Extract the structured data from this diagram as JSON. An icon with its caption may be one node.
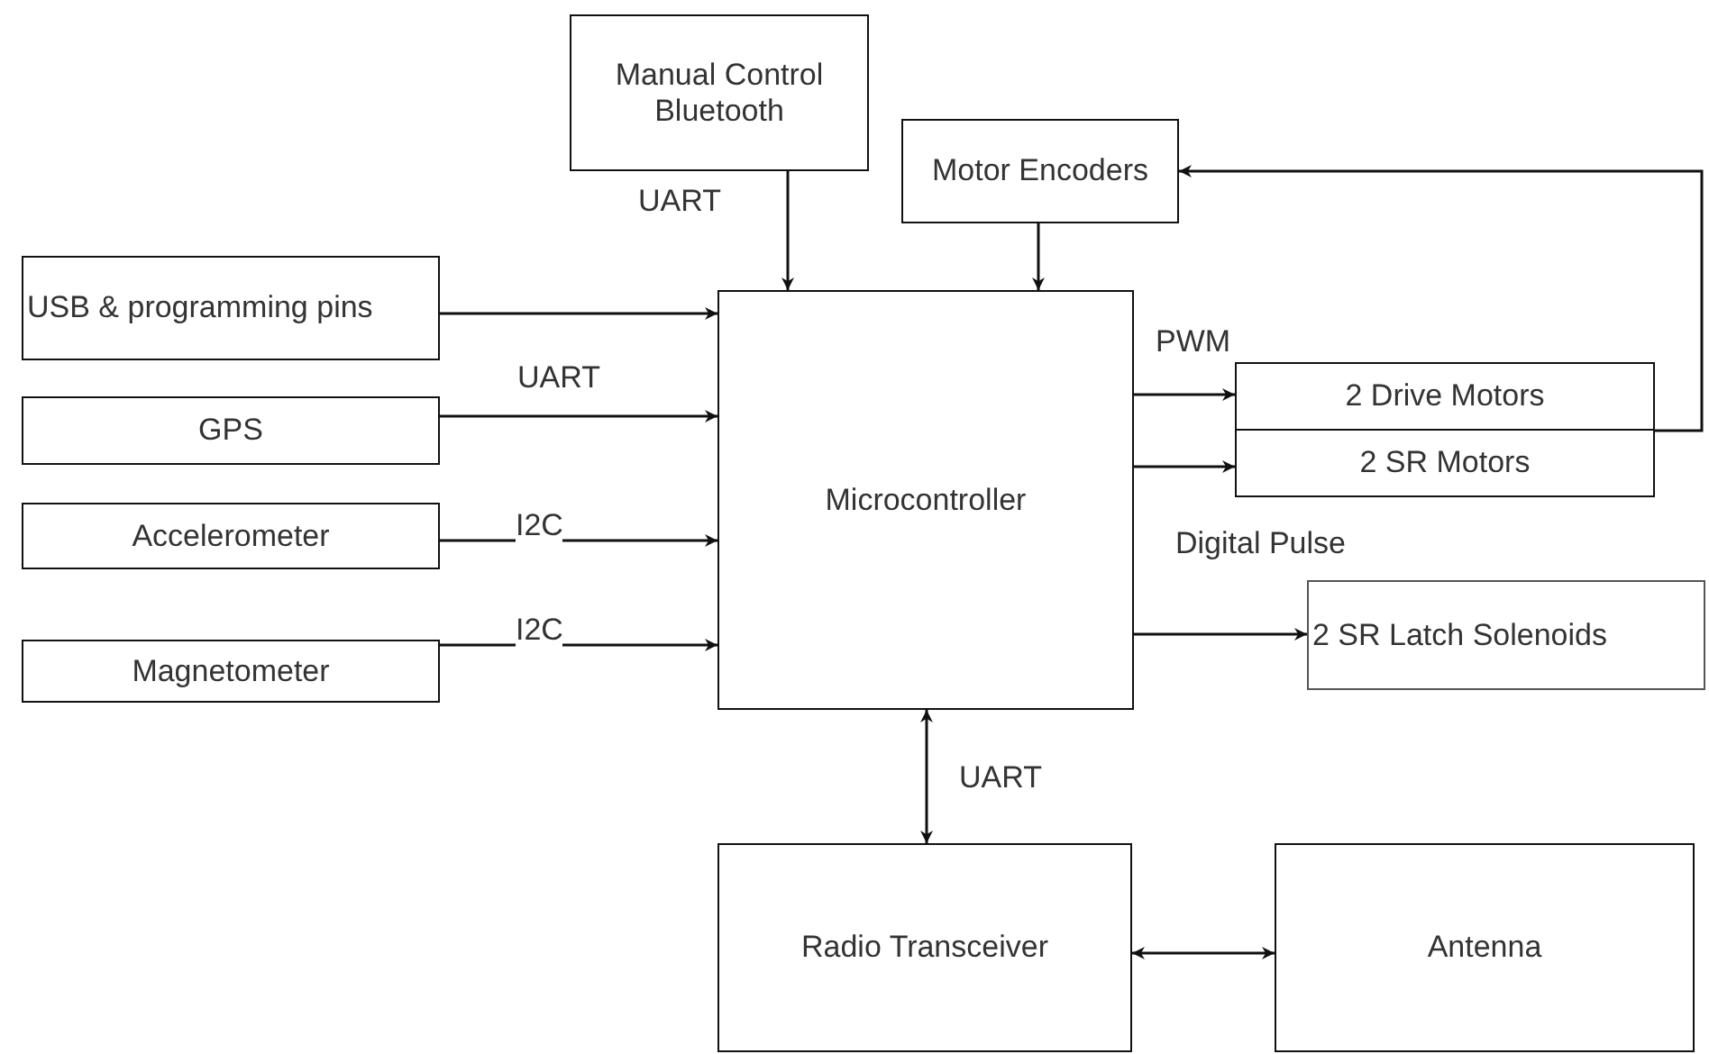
{
  "diagram": {
    "nodes": [
      {
        "text": [
          "Manual Control Bluetooth"
        ]
      },
      {
        "text": [
          "Motor Encoders"
        ]
      },
      {
        "text": [
          "USB & programming pins"
        ]
      },
      {
        "text": [
          "GPS"
        ]
      },
      {
        "text": [
          "Accelerometer"
        ]
      },
      {
        "text": [
          "Magnetometer"
        ]
      },
      {
        "text": [
          "Microcontroller"
        ]
      },
      {
        "text": [
          "2 Drive Motors"
        ]
      },
      {
        "text": [
          "2 SR Motors"
        ]
      },
      {
        "text": [
          "2 SR Latch Solenoids"
        ]
      },
      {
        "text": [
          "Radio Transceiver"
        ]
      },
      {
        "text": [
          "Antenna"
        ]
      }
    ],
    "edges": [
      {
        "from": 0,
        "to": 6,
        "arrow": "to",
        "label": "UART"
      },
      {
        "from": 1,
        "to": 6,
        "arrow": "to"
      },
      {
        "from": 2,
        "to": 6,
        "arrow": "to"
      },
      {
        "from": 3,
        "to": 6,
        "arrow": "to",
        "label": "UART"
      },
      {
        "from": 4,
        "to": 6,
        "arrow": "to",
        "label": "I2C"
      },
      {
        "from": 5,
        "to": 6,
        "arrow": "to",
        "label": "I2C"
      },
      {
        "from": 6,
        "to": 7,
        "arrow": "to",
        "label": "PWM"
      },
      {
        "from": 6,
        "to": 8,
        "arrow": "to"
      },
      {
        "from": 6,
        "to": 9,
        "arrow": "to",
        "label": "Digital Pulse"
      },
      {
        "from": 6,
        "to": 10,
        "arrow": "both",
        "label": "UART"
      },
      {
        "from": 10,
        "to": 11,
        "arrow": "both"
      },
      {
        "from": 7,
        "to": 1,
        "arrow": "to"
      }
    ]
  }
}
